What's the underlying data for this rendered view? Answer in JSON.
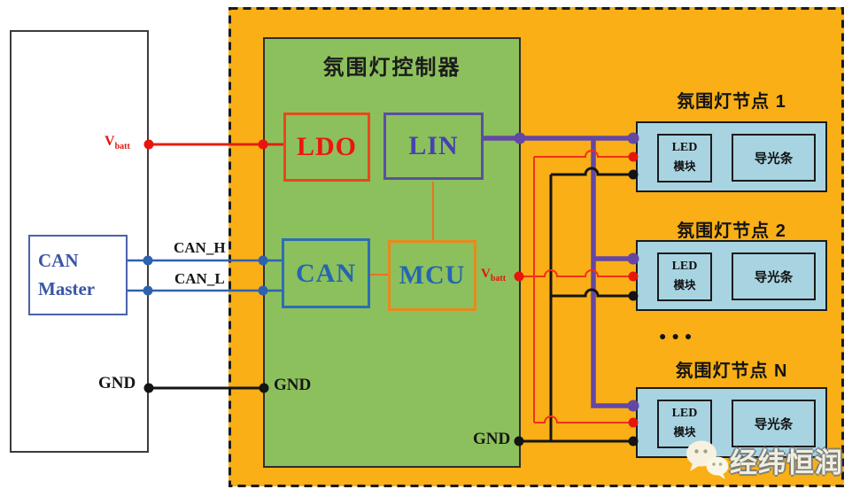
{
  "colors": {
    "background": "#ffffff",
    "panel_yellow": "#F9AF15",
    "controller_green": "#8CC05C",
    "node_blue": "#A8D4E2",
    "wire_red": "#EE2014",
    "wire_blue": "#2E62AE",
    "wire_purple": "#6447A5",
    "wire_orange": "#F07020",
    "wire_black": "#141414",
    "ldo_border": "#E8481C",
    "lin_border": "#5B4EA5",
    "can_border": "#2E6DB4",
    "mcu_border": "#E8891D",
    "can_master_blue": "#3A55A5"
  },
  "can_master": {
    "line1": "CAN",
    "line2": "Master"
  },
  "signals": {
    "vbatt_main": "V",
    "vbatt_sub": "batt",
    "can_h": "CAN_H",
    "can_l": "CAN_L",
    "gnd_left": "GND",
    "gnd_controller_left": "GND",
    "gnd_controller_bottom": "GND",
    "vbatt_controller_main": "V",
    "vbatt_controller_sub": "batt"
  },
  "controller": {
    "title": "氛围灯控制器",
    "ldo_label": "LDO",
    "lin_label": "LIN",
    "can_label": "CAN",
    "mcu_label": "MCU"
  },
  "nodes": [
    {
      "title": "氛围灯节点 1",
      "led_line1": "LED",
      "led_line2": "模块",
      "light_guide": "导光条"
    },
    {
      "title": "氛围灯节点 2",
      "led_line1": "LED",
      "led_line2": "模块",
      "light_guide": "导光条"
    },
    {
      "title": "氛围灯节点 N",
      "led_line1": "LED",
      "led_line2": "模块",
      "light_guide": "导光条"
    }
  ],
  "nodes_ellipsis": "●●●",
  "watermark": {
    "text": "经纬恒润",
    "icon": "wechat-icon"
  }
}
